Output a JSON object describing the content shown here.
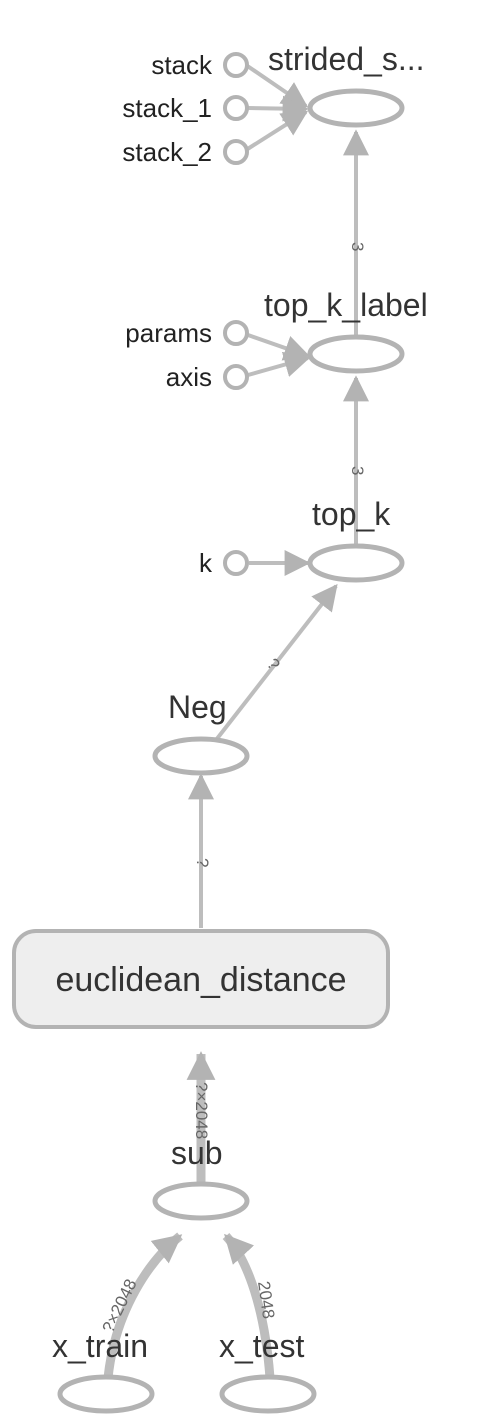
{
  "graph": {
    "nodes": {
      "strided": {
        "label": "strided_s..."
      },
      "top_k_label": {
        "label": "top_k_label"
      },
      "top_k": {
        "label": "top_k"
      },
      "neg": {
        "label": "Neg"
      },
      "euclidean": {
        "label": "euclidean_distance"
      },
      "sub": {
        "label": "sub"
      },
      "x_train": {
        "label": "x_train"
      },
      "x_test": {
        "label": "x_test"
      }
    },
    "inputs": {
      "stack": "stack",
      "stack_1": "stack_1",
      "stack_2": "stack_2",
      "params": "params",
      "axis": "axis",
      "k": "k"
    },
    "edge_labels": {
      "topk_label_to_strided": "3",
      "topk_to_topk_label": "3",
      "neg_to_topk": "?",
      "euclid_to_neg": "?",
      "sub_to_euclid": "?×2048",
      "xtrain_to_sub": "?×2048",
      "xtest_to_sub": "2048"
    },
    "colors": {
      "node_stroke": "#b3b3b3",
      "edge": "#bdbdbd",
      "group_fill": "#eeeeee"
    }
  }
}
